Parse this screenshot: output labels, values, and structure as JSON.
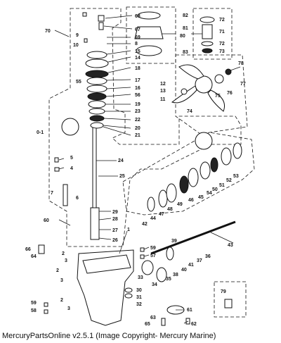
{
  "caption": "MercuryPartsOnline v2.5.1 (Image Copyright- Mercury Marine)",
  "callouts": [
    "1",
    "2",
    "3",
    "4",
    "5",
    "6",
    "7",
    "8",
    "9",
    "10",
    "11",
    "12",
    "13",
    "14",
    "15",
    "16",
    "17",
    "18",
    "19",
    "20",
    "21",
    "22",
    "23",
    "24",
    "25",
    "26",
    "27",
    "28",
    "29",
    "30",
    "31",
    "32",
    "33",
    "34",
    "35",
    "36",
    "37",
    "38",
    "39",
    "40",
    "41",
    "42",
    "43",
    "44",
    "45",
    "46",
    "47",
    "48",
    "49",
    "50",
    "51",
    "52",
    "53",
    "54",
    "55",
    "56",
    "57",
    "58",
    "59",
    "60",
    "61",
    "62",
    "63",
    "64",
    "65",
    "66",
    "67",
    "68",
    "69",
    "70",
    "71",
    "72",
    "73",
    "74",
    "75",
    "76",
    "77",
    "78",
    "79",
    "80",
    "81",
    "82",
    "83",
    "0-1"
  ]
}
